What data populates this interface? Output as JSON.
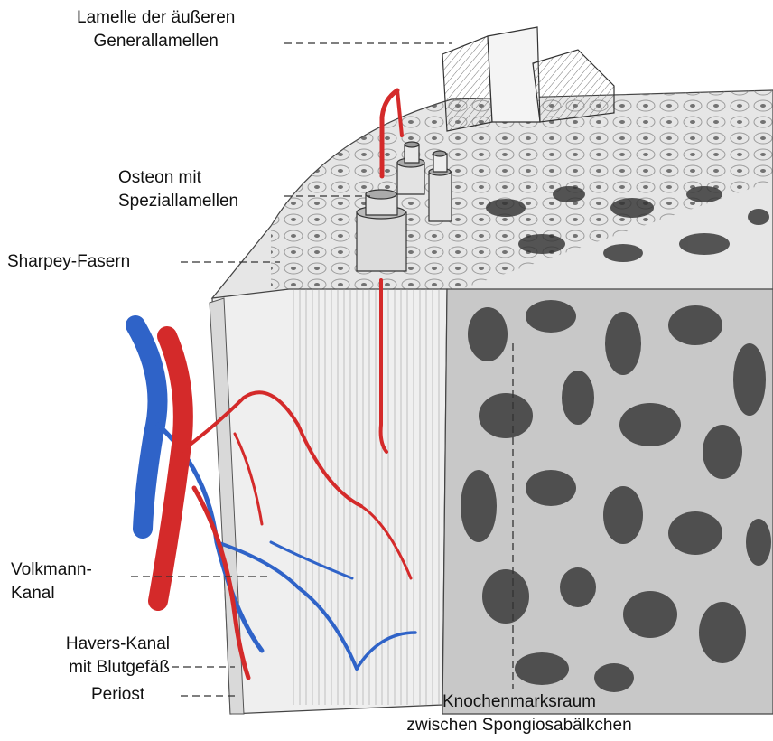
{
  "labels": {
    "generallamellen": [
      "Lamelle der äußeren",
      "Generallamellen"
    ],
    "osteon": [
      "Osteon mit",
      "Speziallamellen"
    ],
    "sharpey": [
      "Sharpey-Fasern"
    ],
    "volkmann": [
      "Volkmann-",
      "Kanal"
    ],
    "havers": [
      "Havers-Kanal",
      "mit Blutgefäß"
    ],
    "periost": [
      "Periost"
    ],
    "knochenmark": [
      "Knochenmarksraum",
      "zwischen Spongiosabälkchen"
    ]
  },
  "colors": {
    "artery": "#d42a2a",
    "vein": "#2f63c8",
    "bone": "#cfcfcf",
    "ink": "#222222"
  }
}
